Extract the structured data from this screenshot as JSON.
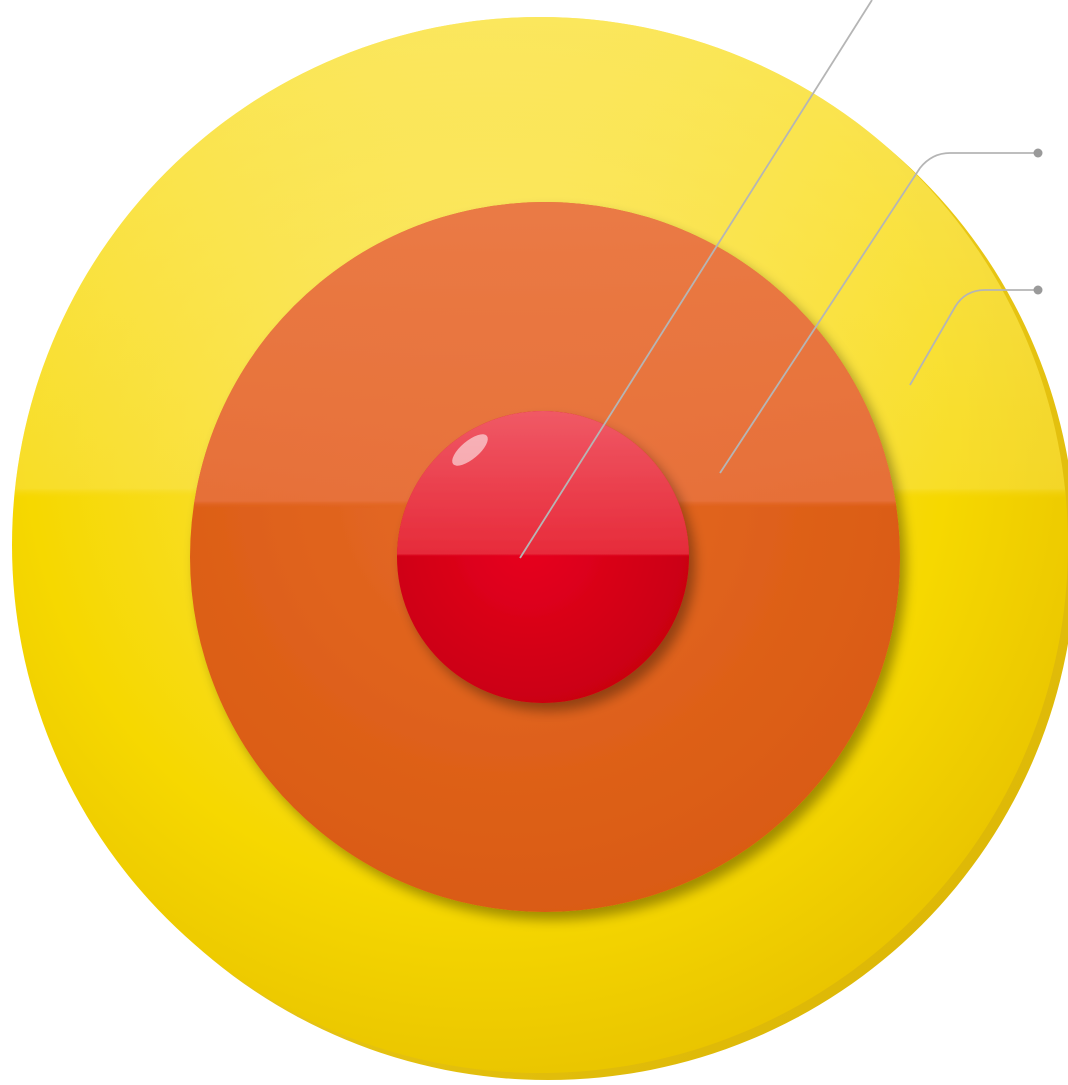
{
  "diagram": {
    "type": "concentric-rings",
    "rings": [
      {
        "id": "outer",
        "color": "#F6D400",
        "highlight": "#FBE34D"
      },
      {
        "id": "middle",
        "color": "#E06018",
        "highlight": "#E8743C"
      },
      {
        "id": "inner",
        "color": "#E00018",
        "highlight": "#EE3040"
      }
    ],
    "callouts": [
      {
        "target": "inner",
        "color": "#B5B5B5"
      },
      {
        "target": "middle",
        "color": "#B5B5B5"
      },
      {
        "target": "outer",
        "color": "#B5B5B5"
      }
    ]
  }
}
